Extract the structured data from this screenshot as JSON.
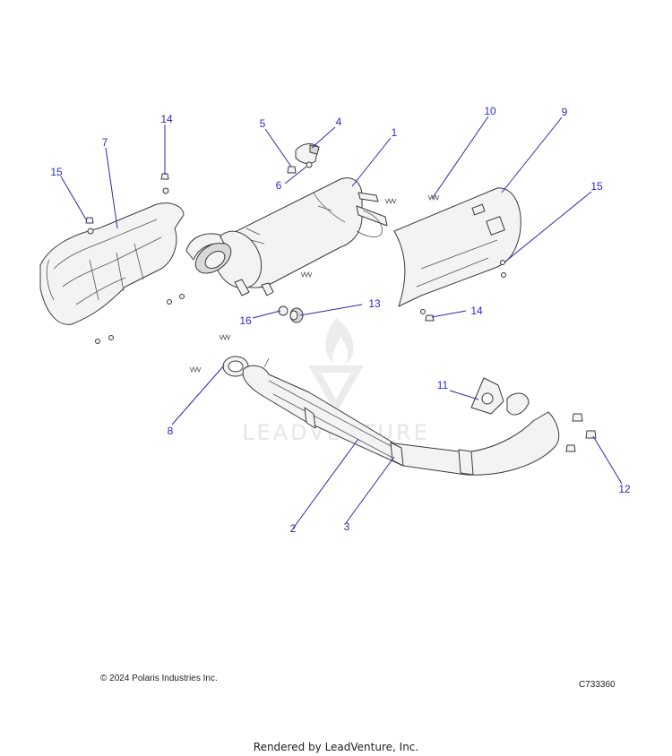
{
  "watermark": "LEADVENTURE",
  "callouts": [
    "1",
    "2",
    "3",
    "4",
    "5",
    "6",
    "7",
    "8",
    "9",
    "10",
    "11",
    "12",
    "13",
    "14",
    "14",
    "15",
    "15",
    "16"
  ],
  "footer": {
    "copyright": "© 2024 Polaris Industries Inc.",
    "figure_id": "C733360",
    "rendered_by": "Rendered by LeadVenture, Inc."
  },
  "colors": {
    "callout": "#2a2acc",
    "leader": "#2a2aa8",
    "line_art": "#3a3a3a"
  }
}
